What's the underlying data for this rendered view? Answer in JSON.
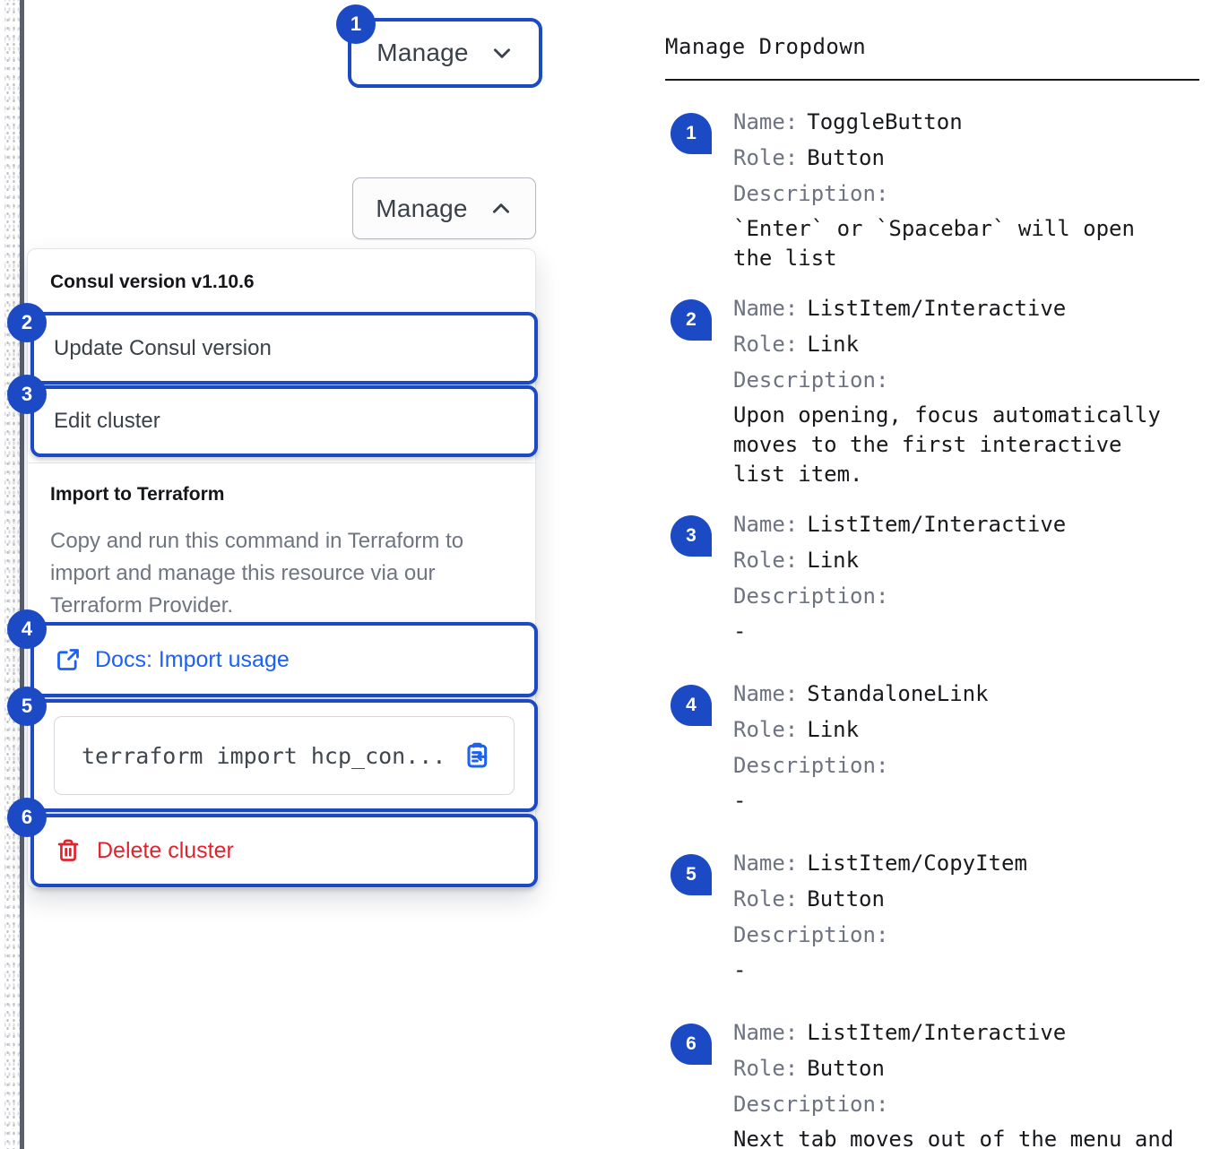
{
  "colors": {
    "accent_blue": "#1b4ac4",
    "link_blue": "#1c61f2",
    "critical_red": "#e0232d",
    "edge_bar": "#5a616b"
  },
  "left": {
    "toggle_button": {
      "label": "Manage"
    },
    "open_button": {
      "label": "Manage"
    },
    "badges": {
      "b1": "1",
      "b2": "2",
      "b3": "3",
      "b4": "4",
      "b5": "5",
      "b6": "6"
    },
    "dropdown": {
      "version_label": "Consul version v1.10.6",
      "update_item": "Update Consul version",
      "edit_item": "Edit cluster",
      "import_title": "Import to Terraform",
      "import_desc": "Copy and run this command in Terraform to import and manage this resource via our Terraform Provider.",
      "docs_link": "Docs: Import usage",
      "code_snippet": "terraform import hcp_con...",
      "delete_item": "Delete cluster"
    }
  },
  "spec": {
    "title": "Manage Dropdown",
    "labels": {
      "name": "Name:",
      "role": "Role:",
      "description": "Description:"
    },
    "items": [
      {
        "num": "1",
        "name": "ToggleButton",
        "role": "Button",
        "desc": "`Enter` or `Spacebar` will open the list"
      },
      {
        "num": "2",
        "name": "ListItem/Interactive",
        "role": "Link",
        "desc": "Upon opening, focus automatically moves to the first interactive list item."
      },
      {
        "num": "3",
        "name": "ListItem/Interactive",
        "role": "Link",
        "desc": "-"
      },
      {
        "num": "4",
        "name": "StandaloneLink",
        "role": "Link",
        "desc": "-"
      },
      {
        "num": "5",
        "name": "ListItem/CopyItem",
        "role": "Button",
        "desc": "-"
      },
      {
        "num": "6",
        "name": "ListItem/Interactive",
        "role": "Button",
        "desc": "Next tab moves out of the menu and to the next focusable element"
      }
    ]
  }
}
